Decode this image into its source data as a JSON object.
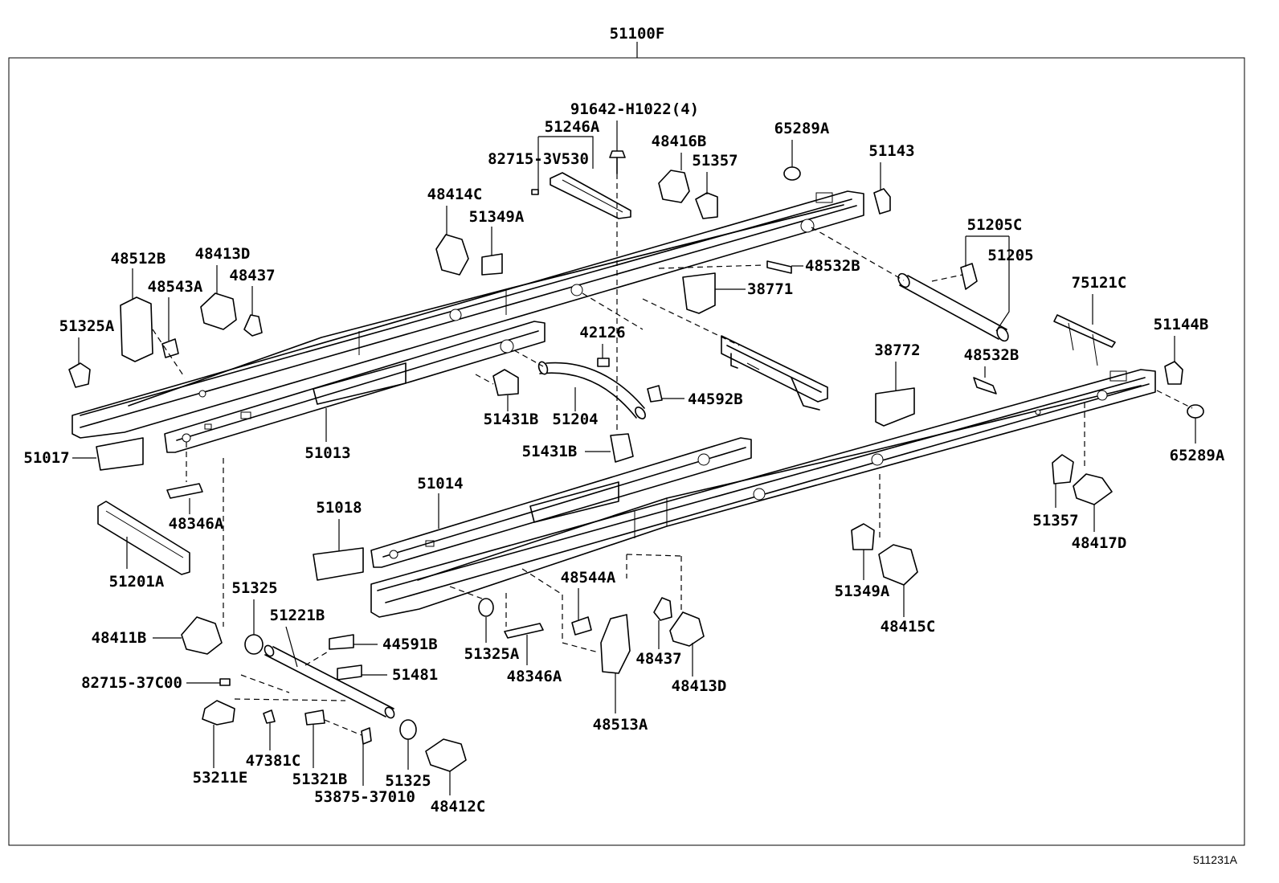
{
  "diagram": {
    "assembly_label": "51100F",
    "reference_code": "511231A",
    "callouts": {
      "c91642": "91642-H1022(4)",
      "c51246A": "51246A",
      "c82715_3V530": "82715-3V530",
      "c48416B": "48416B",
      "c51357_top": "51357",
      "c65289A_top": "65289A",
      "c51143": "51143",
      "c48414C": "48414C",
      "c51349A_top": "51349A",
      "c51205C": "51205C",
      "c51205": "51205",
      "c48512B": "48512B",
      "c48413D_top": "48413D",
      "c48543A": "48543A",
      "c48437_top": "48437",
      "c48532B_top": "48532B",
      "c38771": "38771",
      "c75121C": "75121C",
      "c51325A_left": "51325A",
      "c42126": "42126",
      "c38772": "38772",
      "c48532B_mid": "48532B",
      "c51144B": "51144B",
      "c44592B": "44592B",
      "c51431B_a": "51431B",
      "c51204": "51204",
      "c51017": "51017",
      "c51013": "51013",
      "c51431B_b": "51431B",
      "c65289A_right": "65289A",
      "c51014": "51014",
      "c48346A_left": "48346A",
      "c51018": "51018",
      "c51357_right": "51357",
      "c48417D": "48417D",
      "c51201A": "51201A",
      "c48544A": "48544A",
      "c51349A_right": "51349A",
      "c51325_a": "51325",
      "c51221B": "51221B",
      "c48415C": "48415C",
      "c48411B": "48411B",
      "c44591B": "44591B",
      "c51325A_mid": "51325A",
      "c48437_mid": "48437",
      "c51481": "51481",
      "c48346A_mid": "48346A",
      "c82715_37C00": "82715-37C00",
      "c48413D_mid": "48413D",
      "c48513A": "48513A",
      "c47381C": "47381C",
      "c53211E": "53211E",
      "c51321B": "51321B",
      "c51325_b": "51325",
      "c53875_37010": "53875-37010",
      "c48412C": "48412C"
    }
  }
}
